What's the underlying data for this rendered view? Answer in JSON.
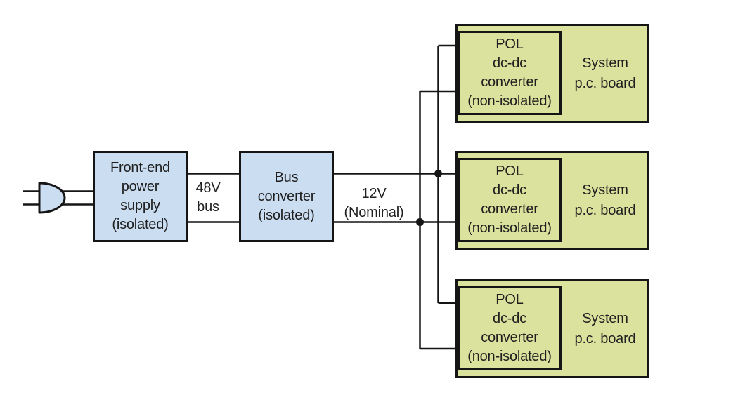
{
  "colors": {
    "box_blue": "#cbddf1",
    "board_green": "#dbe29e",
    "line_color": "#151515",
    "text_color": "#1f1f1f",
    "background": "#ffffff"
  },
  "diagram": {
    "source": {
      "label": "Front-end\npower\nsupply\n(isolated)"
    },
    "bus_48v": {
      "label": "48V\nbus"
    },
    "bus_converter": {
      "label": "Bus\nconverter\n(isolated)"
    },
    "bus_12v": {
      "label": "12V\n(Nominal)"
    },
    "boards": [
      {
        "pol_label": "POL\ndc-dc\nconverter\n(non-isolated)",
        "board_label": "System\np.c. board"
      },
      {
        "pol_label": "POL\ndc-dc\nconverter\n(non-isolated)",
        "board_label": "System\np.c. board"
      },
      {
        "pol_label": "POL\ndc-dc\nconverter\n(non-isolated)",
        "board_label": "System\np.c. board"
      }
    ],
    "icons": {
      "ac_plug": "ac-plug-icon"
    }
  }
}
